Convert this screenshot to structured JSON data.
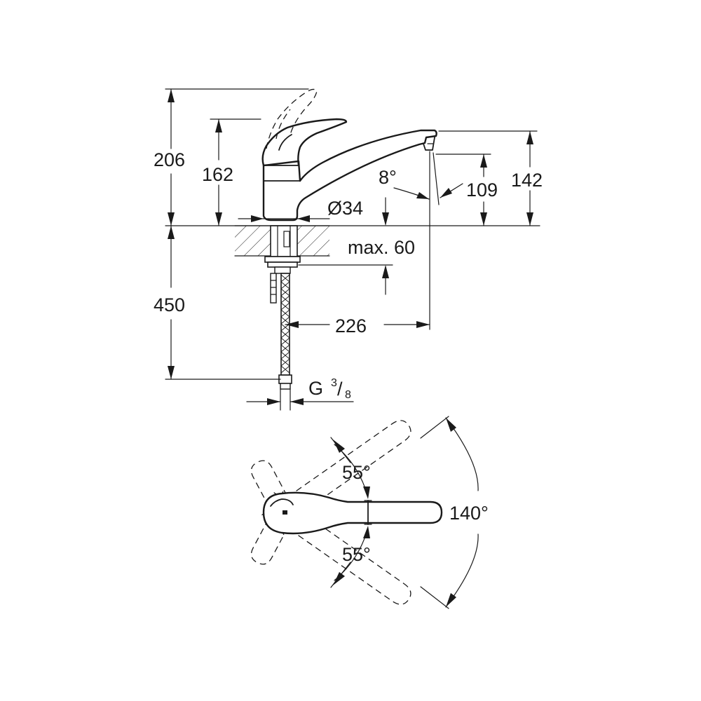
{
  "dimensions": {
    "total_height": "206",
    "lever_height": "162",
    "spout_height_outer": "142",
    "spout_outlet_height": "109",
    "spout_tilt": "8°",
    "base_diameter": "Ø34",
    "max_deck_thickness": "max. 60",
    "hose_length": "450",
    "spout_reach": "226",
    "thread_prefix": "G",
    "thread_numerator": "3",
    "thread_denominator": "8"
  },
  "rotation": {
    "upper_swing": "55°",
    "lower_swing": "55°",
    "total_swing": "140°"
  }
}
